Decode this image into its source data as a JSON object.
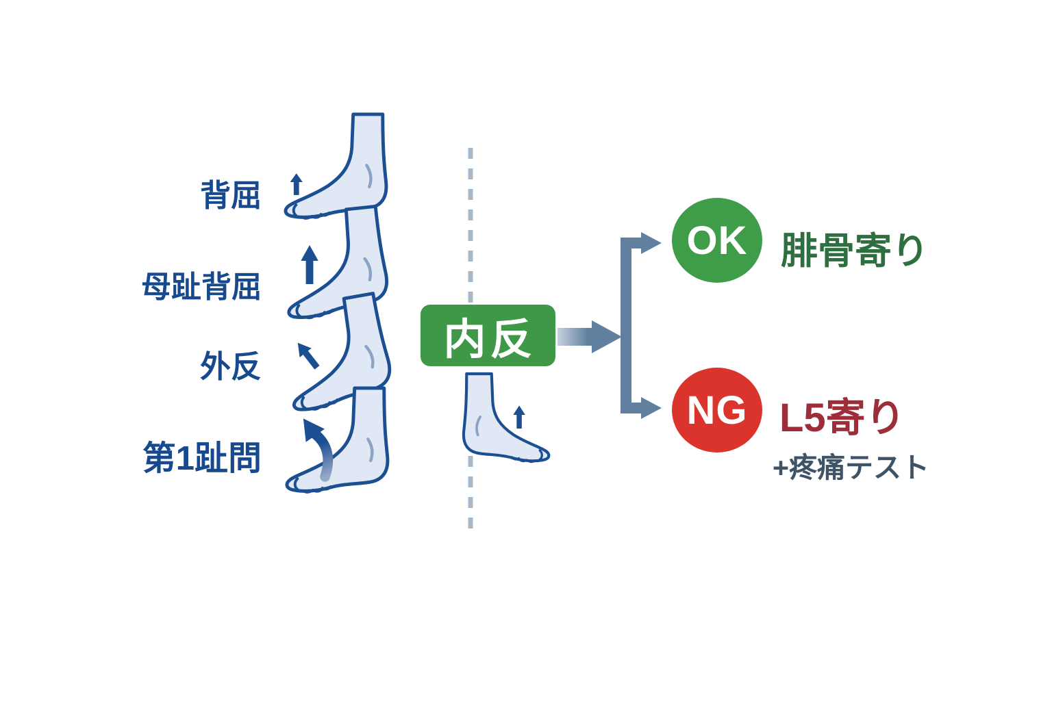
{
  "left_column": {
    "items": [
      {
        "label": "背屈",
        "icon": "foot-up-arrow"
      },
      {
        "label": "母趾背屈",
        "icon": "foot-up-arrow"
      },
      {
        "label": "外反",
        "icon": "foot-diagonal-arrow"
      },
      {
        "label": "第1趾問",
        "icon": "foot-curved-arrow"
      }
    ]
  },
  "center": {
    "box_label": "内反",
    "divider": "dashed-vertical-line",
    "foot_icon": "foot-inversion"
  },
  "results": {
    "ok": {
      "badge": "OK",
      "label": "腓骨寄り"
    },
    "ng": {
      "badge": "NG",
      "label": "L5寄り",
      "note": "+疼痛テスト"
    }
  },
  "colors": {
    "label_blue": "#17498E",
    "outline_blue": "#1C4E92",
    "accent_blue": "#8BA3C4",
    "foot_fill": "#DFE8F4",
    "dash_gray": "#A7B8C9",
    "connector_slate": "#61809F",
    "connector_light": "#C6D1DE",
    "box_green": "#3F9847",
    "ok_green": "#3F9C49",
    "ok_text": "#2D6F3E",
    "ng_red": "#DA342C",
    "ng_text": "#9C2D39",
    "pain_text": "#3F5366"
  }
}
